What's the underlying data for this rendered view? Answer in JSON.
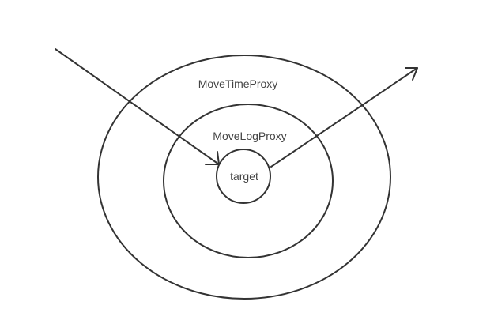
{
  "diagram": {
    "layers": {
      "outer": {
        "label": "MoveTimeProxy"
      },
      "middle": {
        "label": "MoveLogProxy"
      },
      "inner": {
        "label": "target"
      }
    },
    "stroke_color": "#333333",
    "text_color": "#444444",
    "background": "#ffffff"
  }
}
